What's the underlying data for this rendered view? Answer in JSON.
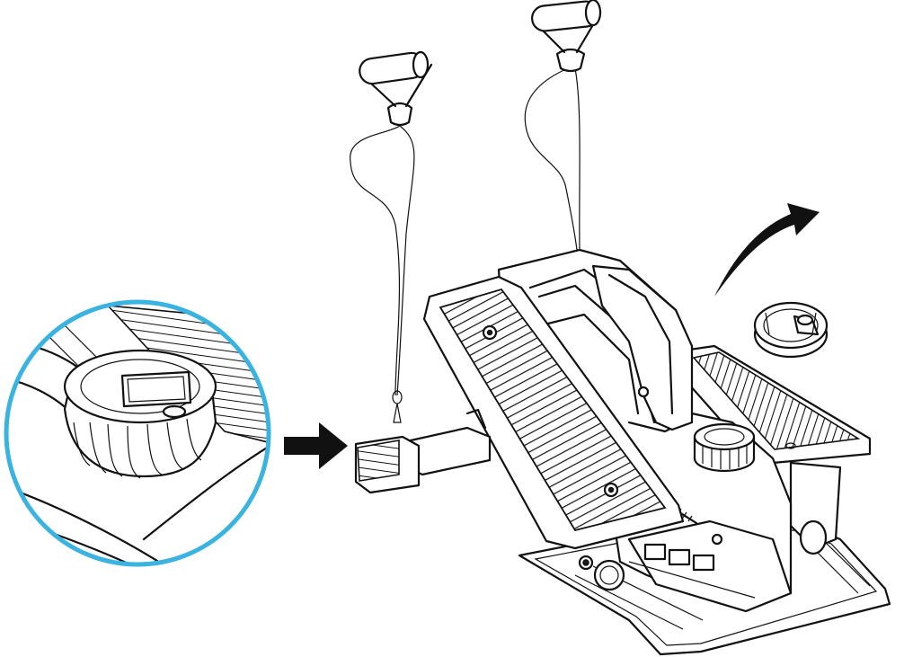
{
  "colors": {
    "line": "#111111",
    "background": "#ffffff",
    "callout_ring": "#3bb3e0",
    "arrow": "#111111"
  },
  "icons": {
    "detail_callout": "zoom-magnifier-circle",
    "pointer_arrow": "right-arrow",
    "lift_arrow": "curved-up-arrow"
  }
}
